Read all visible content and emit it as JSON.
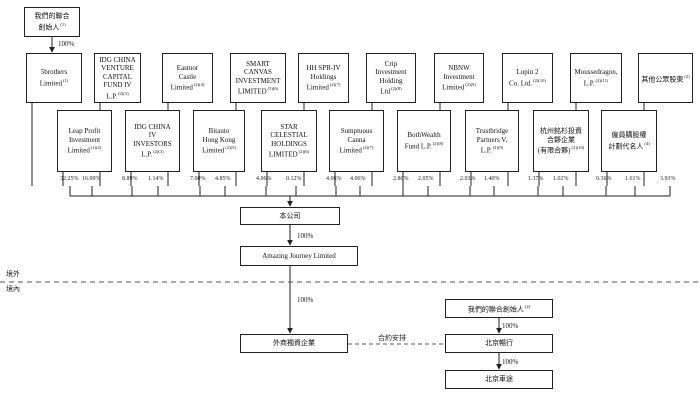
{
  "founders_top": {
    "label": "我們的聯合\n創始人",
    "note": "(1)"
  },
  "founders_top_pct": "100%",
  "top_row": [
    {
      "label": "5brothers\nLimited",
      "note": "(1)"
    },
    {
      "label": "IDG CHINA\nVENTURE\nCAPITAL\nFUND IV\nL.P.",
      "note": "(2)(3)"
    },
    {
      "label": "Eastnor\nCastle\nLimited",
      "note": "(2)(4)"
    },
    {
      "label": "SMART\nCANVAS\nINVESTMENT\nLIMITED",
      "note": "(3)(6)"
    },
    {
      "label": "HH SPR-IV\nHoldings\nLimited",
      "note": "(2)(7)"
    },
    {
      "label": "Crip\nInvestment\nHolding\nLtd",
      "note": "(2)(8)"
    },
    {
      "label": "NBNW\nInvestment\nLimited",
      "note": "(2)(9)"
    },
    {
      "label": "Lupin 2\nCo. Ltd.",
      "note": "(2)(10)"
    },
    {
      "label": "Moussedragon,\nL.P.",
      "note": "(2)(11)"
    },
    {
      "label": "其他公眾股東",
      "note": "(2)"
    }
  ],
  "second_row": [
    {
      "label": "Leap Profit\nInvestment\nLimited",
      "note": "(1)(2)"
    },
    {
      "label": "IDG CHINA\nIV\nINVESTORS\nL.P.",
      "note": "(2)(3)"
    },
    {
      "label": "Bitauto\nHong Kong\nLimited",
      "note": "(2)(5)"
    },
    {
      "label": "STAR\nCELESTIAL\nHOLDINGS\nLIMITED",
      "note": "(2)(6)"
    },
    {
      "label": "Sumptuous\nCanna\nLimited",
      "note": "(2)(7)"
    },
    {
      "label": "BothWealth\nFund L.P.",
      "note": "(2)(8)"
    },
    {
      "label": "Trustbridge\nPartners V,\nL.P.",
      "note": "(2)(9)"
    },
    {
      "label": "杭州銘杉投資\n合夥企業\n(有限合夥)",
      "note": "(2)(10)"
    },
    {
      "label": "僱員購股權\n計劃代名人",
      "note": "(4)"
    }
  ],
  "percentages": [
    "32.25%",
    "16.99%",
    "8.89%",
    "1.14%",
    "7.00%",
    "4.85%",
    "4.06%",
    "0.12%",
    "4.06%",
    "4.06%",
    "2.80%",
    "2.05%",
    "2.03%",
    "1.40%",
    "1.37%",
    "1.02%",
    "0.36%",
    "1.61%",
    "3.93%"
  ],
  "company": "本公司",
  "company_pct": "100%",
  "amazing": "Amazing Journey Limited",
  "offshore": "境外",
  "onshore": "境內",
  "wfoe_pct": "100%",
  "wfoe": "外商獨資企業",
  "contract": "合約安排",
  "founders_bottom": {
    "label": "我們的聯合創始人",
    "note": "(2)"
  },
  "founders_bottom_pct": "100%",
  "beijing_youxing": "北京暢行",
  "beijing_youxing_pct": "100%",
  "beijing_chetu": "北京車途"
}
